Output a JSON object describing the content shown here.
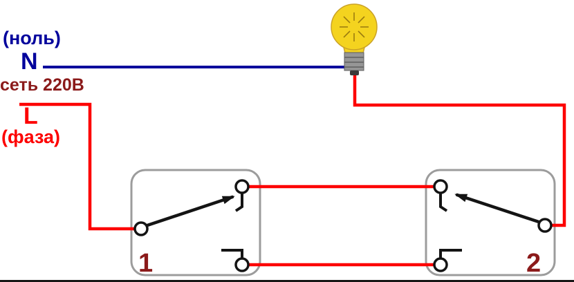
{
  "labels": {
    "neutral_name": "(ноль)",
    "neutral_letter": "N",
    "mains": "сеть 220В",
    "phase_letter": "L",
    "phase_name": "(фаза)",
    "switch1_number": "1",
    "switch2_number": "2"
  },
  "icons": {
    "bulb": "light-bulb-icon",
    "switch1": "two-way-switch-box-1",
    "switch2": "two-way-switch-box-2"
  },
  "colors": {
    "background": "#ffffff",
    "neutral": "#00009c",
    "phase": "#fd0000",
    "dark_red": "#8b1a1a",
    "lever": "#141414",
    "box_border": "#9c9c9c",
    "terminal_ring": "#141414",
    "bulb_glass": "#f4d31f",
    "bulb_glass_edge": "#caa227",
    "bulb_ray": "#9c7c10",
    "bulb_base": "#969696",
    "bulb_base_line": "#5f5f5f",
    "bulb_tip": "#3a3a3a"
  }
}
